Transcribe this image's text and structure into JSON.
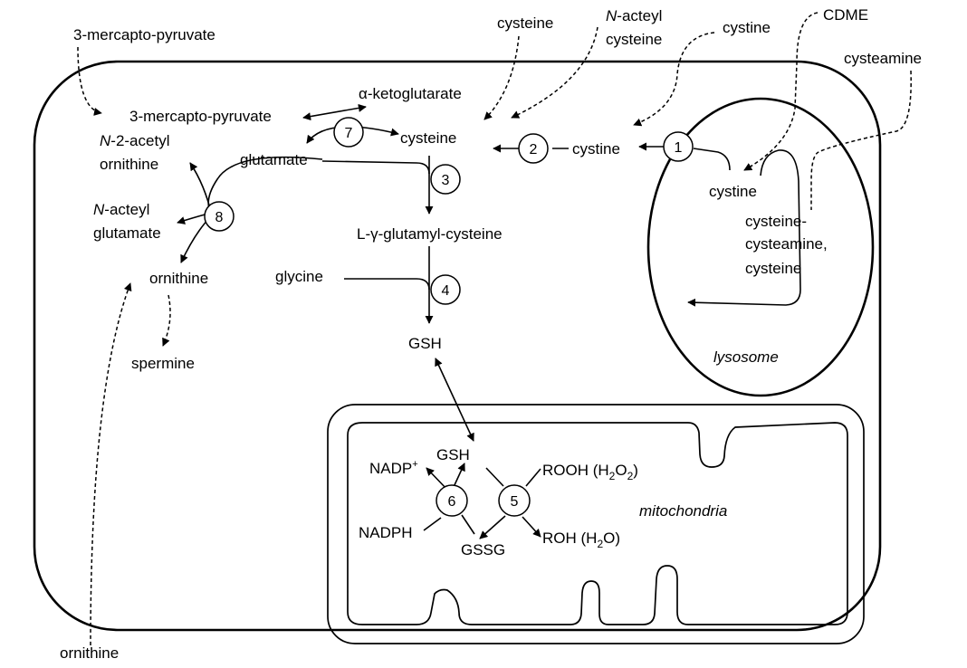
{
  "metabolites": {
    "mercaptopyruvate_outside": "3-mercapto-pyruvate",
    "cysteine_outside": "cysteine",
    "n_acetyl_cysteine_n": "N",
    "n_acetyl_cysteine_rest": "-acteyl",
    "n_acetyl_cysteine_line2": "cysteine",
    "cystine_outside": "cystine",
    "cdme": "CDME",
    "cysteamine": "cysteamine",
    "mercaptopyruvate": "3-mercapto-pyruvate",
    "alpha_ketoglutarate_alpha": "α",
    "alpha_ketoglutarate_rest": "-ketoglutarate",
    "cysteine": "cysteine",
    "cystine": "cystine",
    "n2_acetyl_ornithine_n": "N",
    "n2_acetyl_ornithine_rest": "-2-acetyl",
    "n2_acetyl_ornithine_line2": "ornithine",
    "glutamate": "glutamate",
    "n_acetyl_glutamate_n": "N",
    "n_acetyl_glutamate_rest": "-acteyl",
    "n_acetyl_glutamate_line2": "glutamate",
    "glutamyl_cysteine_a": "L-",
    "glutamyl_cysteine_gamma": "γ",
    "glutamyl_cysteine_b": "-glutamyl-cysteine",
    "ornithine": "ornithine",
    "glycine": "glycine",
    "spermine": "spermine",
    "gsh": "GSH",
    "ornithine_outside": "ornithine",
    "lys_cystine": "cystine",
    "lys_cysteine_cysteamine_1": "cysteine-",
    "lys_cysteine_cysteamine_2": "cysteamine,",
    "lys_cysteine_cysteamine_3": "cysteine",
    "mito_gsh": "GSH",
    "nadp_plus": "NADP",
    "nadp_plus_sup": "+",
    "nadph": "NADPH",
    "gssg": "GSSG",
    "rooh_a": "ROOH (H",
    "rooh_sub": "2",
    "rooh_b": "O",
    "rooh_sub2": "2",
    "rooh_c": ")",
    "roh_a": "ROH (H",
    "roh_sub": "2",
    "roh_b": "O)"
  },
  "compartments": {
    "lysosome": "lysosome",
    "mitochondria": "mitochondria"
  },
  "enzymes": [
    "1",
    "2",
    "3",
    "4",
    "5",
    "6",
    "7",
    "8"
  ]
}
